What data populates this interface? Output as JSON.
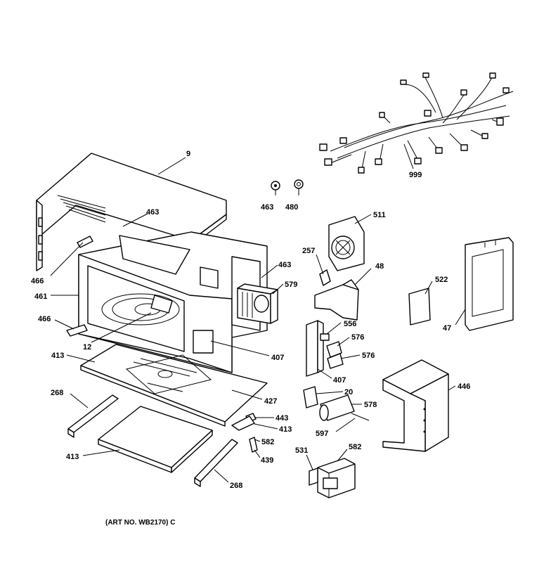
{
  "labels": {
    "p9": "9",
    "p463a": "463",
    "p463b": "463",
    "p480": "480",
    "p999": "999",
    "p511": "511",
    "p257": "257",
    "p48": "48",
    "p463c": "463",
    "p579": "579",
    "p522": "522",
    "p466a": "466",
    "p461": "461",
    "p466b": "466",
    "p12": "12",
    "p556": "556",
    "p576a": "576",
    "p576b": "576",
    "p47": "47",
    "p413a": "413",
    "p407a": "407",
    "p407b": "407",
    "p268a": "268",
    "p20": "20",
    "p446": "446",
    "p427": "427",
    "p578": "578",
    "p443": "443",
    "p413b": "413",
    "p597": "597",
    "p413c": "413",
    "p582a": "582",
    "p439": "439",
    "p531": "531",
    "p582b": "582",
    "p268b": "268"
  },
  "caption": "(ART NO. WB2170) C"
}
